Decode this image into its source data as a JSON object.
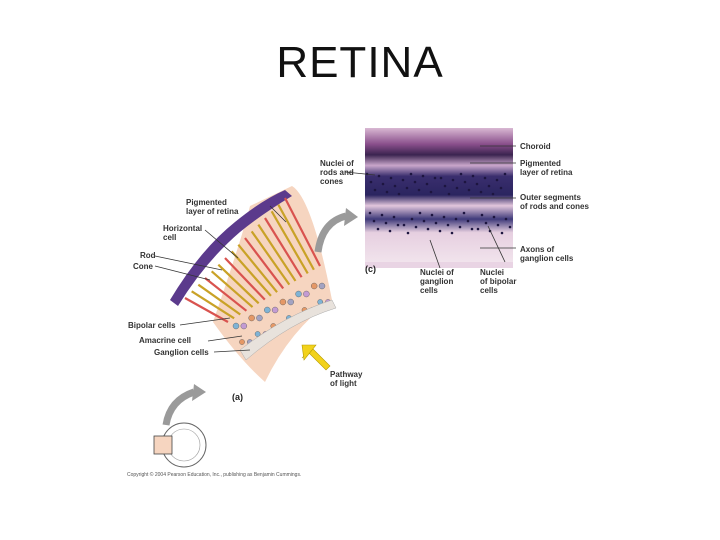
{
  "title": "RETINA",
  "figure": {
    "labels_left": {
      "pigmented_layer": [
        "Pigmented",
        "layer of retina"
      ],
      "horizontal_cell": [
        "Horizontal",
        "cell"
      ],
      "rod": "Rod",
      "cone": "Cone",
      "bipolar_cells": "Bipolar cells",
      "amacrine_cell": "Amacrine cell",
      "ganglion_cells": "Ganglion cells"
    },
    "labels_right": {
      "nuclei_rods_cones": [
        "Nuclei of",
        "rods and",
        "cones"
      ],
      "choroid": "Choroid",
      "pigmented_layer": [
        "Pigmented",
        "layer of retina"
      ],
      "outer_segments": [
        "Outer segments",
        "of rods and cones"
      ],
      "axons": [
        "Axons of",
        "ganglion cells"
      ],
      "nuclei_ganglion": [
        "Nuclei of",
        "ganglion",
        "cells"
      ],
      "nuclei_bipolar": [
        "Nuclei",
        "of bipolar",
        "cells"
      ]
    },
    "pathway": [
      "Pathway",
      "of light"
    ],
    "panel_a": "(a)",
    "panel_c": "(c)",
    "copyright": "Copyright © 2004 Pearson Education, Inc., publishing as Benjamin Cummings.",
    "colors": {
      "pigment": "#5b3a8c",
      "rod": "#c9a227",
      "cone": "#d9534f",
      "tissue": "#f6d5c0",
      "arrow_light": "#f2d21b",
      "arrow_flow": "#9a9a9a"
    }
  }
}
